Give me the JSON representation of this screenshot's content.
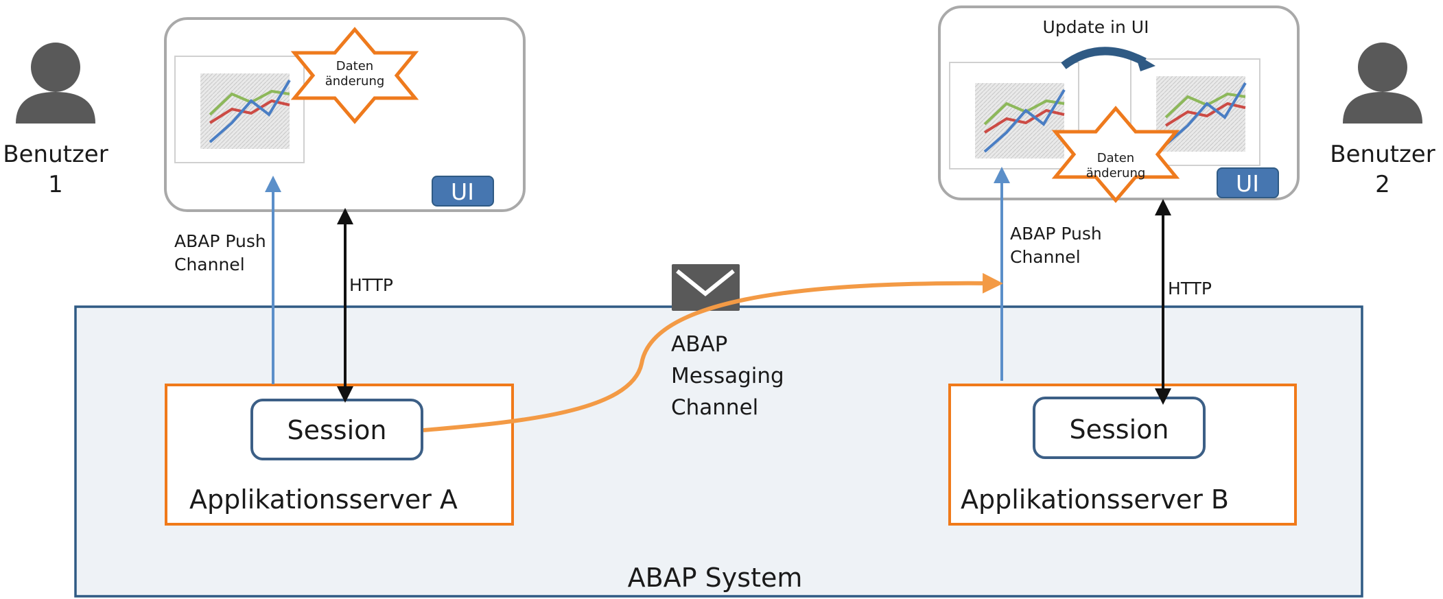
{
  "users": [
    {
      "line1": "Benutzer",
      "line2": "1"
    },
    {
      "line1": "Benutzer",
      "line2": "2"
    }
  ],
  "ui_badge": "UI",
  "data_change": {
    "line1": "Daten",
    "line2": "änderung"
  },
  "update_in_ui": "Update in UI",
  "push_channel": {
    "line1": "ABAP Push",
    "line2": "Channel"
  },
  "http": "HTTP",
  "messaging_channel": {
    "line1": "ABAP",
    "line2": "Messaging",
    "line3": "Channel"
  },
  "session": "Session",
  "server_a": "Applikationsserver A",
  "server_b": "Applikationsserver B",
  "system": "ABAP System",
  "colors": {
    "system_border": "#2f5a84",
    "system_fill": "#eef2f6",
    "server_border": "#f07a1a",
    "session_border": "#3c5f86",
    "push_arrow": "#5b8fc9",
    "http_arrow": "#111111",
    "messaging_curve": "#f39a45",
    "ui_badge": "#4676b0",
    "star_border": "#ee7a1d",
    "user_icon": "#595959",
    "ui_frame": "#a9a9a9",
    "chart_green": "#8db85a",
    "chart_red": "#cc4b45",
    "chart_blue": "#4a7ec4"
  }
}
